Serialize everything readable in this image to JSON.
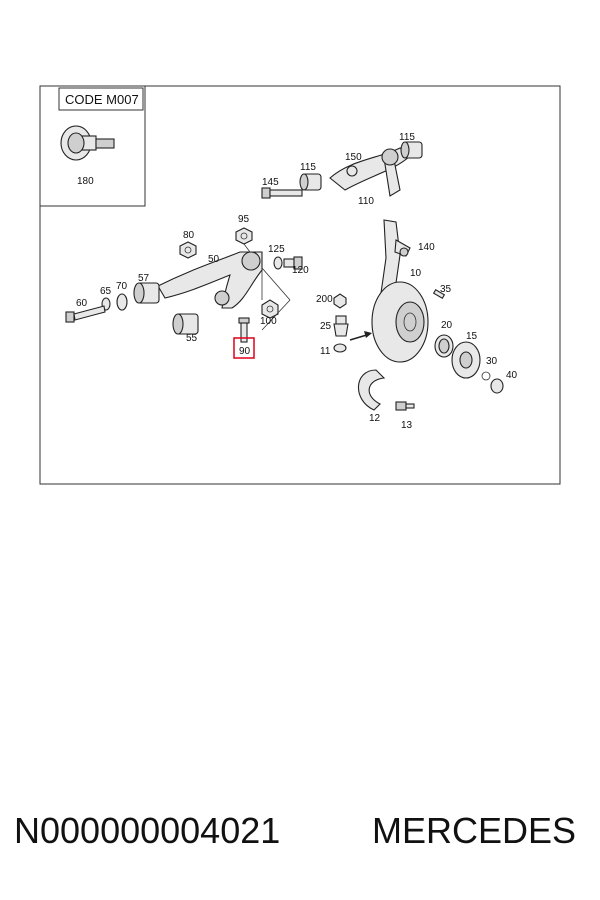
{
  "diagram": {
    "code_label": "CODE M007",
    "highlight_color": "#e0001a",
    "highlighted_part": "90",
    "labels": [
      "180",
      "115",
      "150",
      "115",
      "145",
      "110",
      "95",
      "80",
      "125",
      "140",
      "50",
      "120",
      "10",
      "70",
      "65",
      "57",
      "35",
      "60",
      "200",
      "100",
      "25",
      "20",
      "15",
      "55",
      "90",
      "11",
      "30",
      "40",
      "12",
      "13"
    ]
  },
  "footer": {
    "part_number": "N000000004021",
    "brand": "MERCEDES"
  }
}
